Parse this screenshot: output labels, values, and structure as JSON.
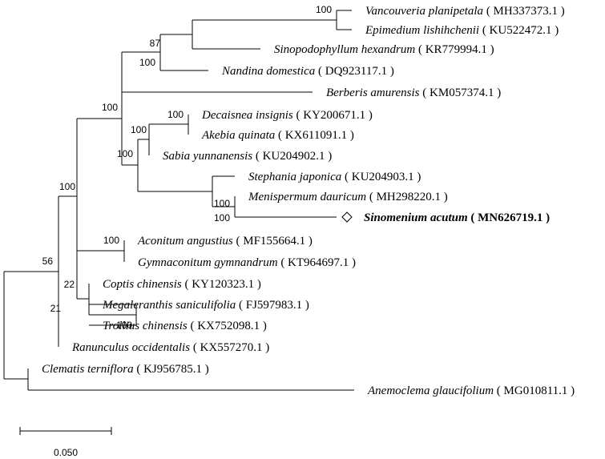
{
  "tree": {
    "taxa": [
      {
        "species": "Vancouveria planipetala",
        "accession": "( MH337373.1 )"
      },
      {
        "species": "Epimedium lishihchenii",
        "accession": "( KU522472.1 )"
      },
      {
        "species": "Sinopodophyllum hexandrum",
        "accession": "( KR779994.1 )"
      },
      {
        "species": "Nandina domestica",
        "accession": "( DQ923117.1 )"
      },
      {
        "species": "Berberis amurensis",
        "accession": "( KM057374.1 )"
      },
      {
        "species": "Decaisnea insignis",
        "accession": "( KY200671.1 )"
      },
      {
        "species": "Akebia quinata",
        "accession": "( KX611091.1 )"
      },
      {
        "species": "Sabia yunnanensis",
        "accession": "( KU204902.1 )"
      },
      {
        "species": "Stephania japonica",
        "accession": "( KU204903.1 )"
      },
      {
        "species": "Menispermum dauricum",
        "accession": "( MH298220.1 )"
      },
      {
        "species": "Sinomenium acutum",
        "accession": "( MN626719.1 )"
      },
      {
        "species": "Aconitum angustius",
        "accession": "( MF155664.1 )"
      },
      {
        "species": "Gymnaconitum gymnandrum",
        "accession": "( KT964697.1 )"
      },
      {
        "species": "Coptis chinensis",
        "accession": "( KY120323.1 )"
      },
      {
        "species": "Megaleranthis saniculifolia",
        "accession": "( FJ597983.1 )"
      },
      {
        "species": "Trollius chinensis",
        "accession": "( KX752098.1 )"
      },
      {
        "species": "Ranunculus occidentalis",
        "accession": "( KX557270.1 )"
      },
      {
        "species": "Clematis terniflora",
        "accession": "( KJ956785.1 )"
      },
      {
        "species": "Anemoclema glaucifolium",
        "accession": "( MG010811.1 )"
      }
    ],
    "bootstrap": [
      "100",
      "87",
      "100",
      "100",
      "100",
      "100",
      "100",
      "100",
      "100",
      "100",
      "56",
      "100",
      "22",
      "21",
      "100"
    ],
    "scale_bar_label": "0.050"
  }
}
